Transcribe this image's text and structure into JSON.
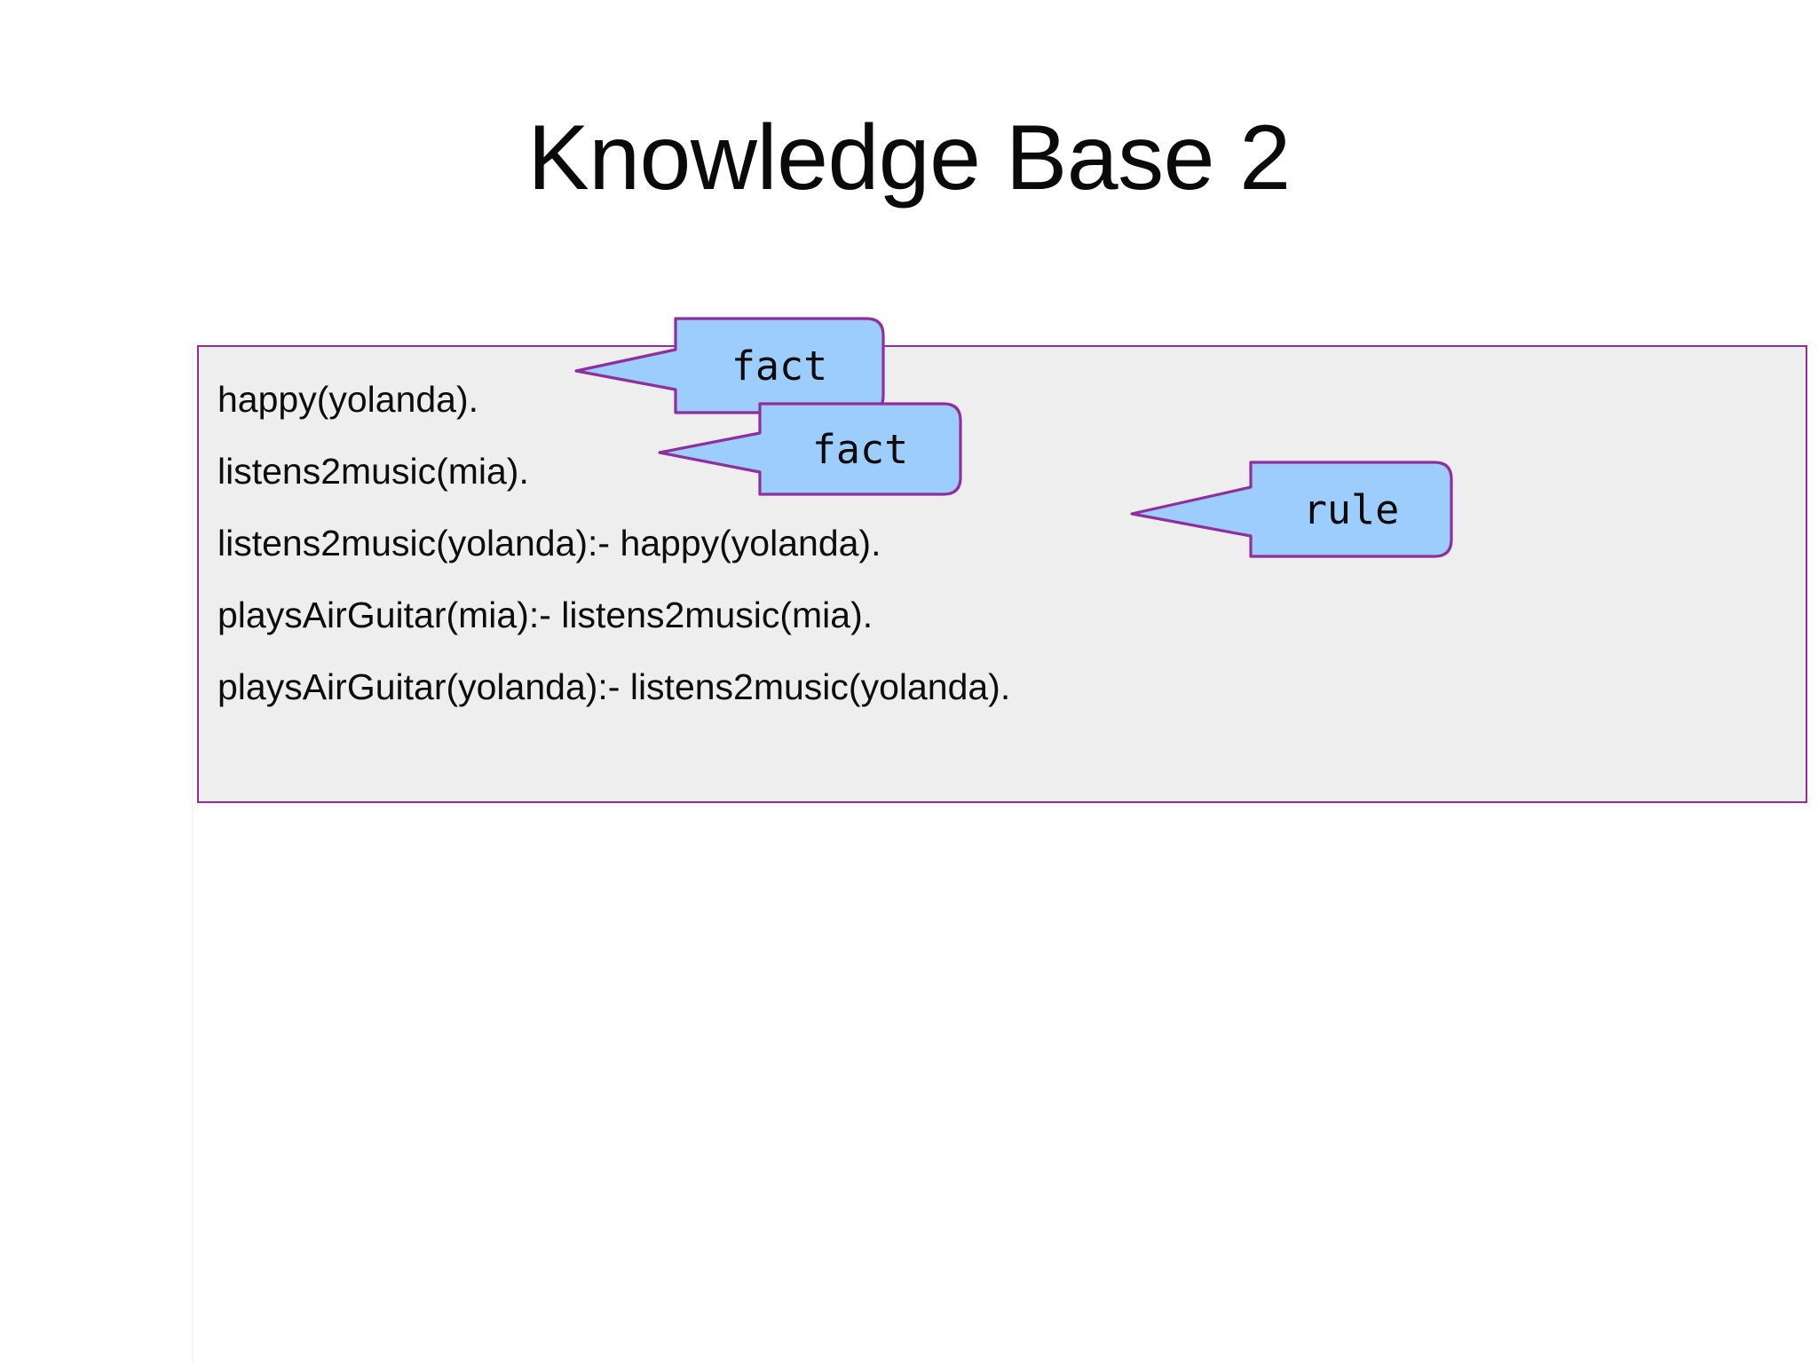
{
  "slide": {
    "title": "Knowledge Base 2",
    "background_color": "#ffffff"
  },
  "knowledge_base": {
    "box_fill": "#efeeef",
    "box_border_color": "#8e2f9c",
    "lines": [
      "happy(yolanda).",
      "listens2music(mia).",
      "listens2music(yolanda):- happy(yolanda).",
      "playsAirGuitar(mia):- listens2music(mia).",
      "playsAirGuitar(yolanda):- listens2music(yolanda)."
    ]
  },
  "callouts": [
    {
      "label": "fact",
      "target_line": "happy(yolanda).",
      "fill": "#9dcdfc",
      "border": "#8e2f9c"
    },
    {
      "label": "fact",
      "target_line": "listens2music(mia).",
      "fill": "#9dcdfc",
      "border": "#8e2f9c"
    },
    {
      "label": "rule",
      "target_line": "listens2music(yolanda):- happy(yolanda).",
      "fill": "#9dcdfc",
      "border": "#8e2f9c"
    }
  ]
}
